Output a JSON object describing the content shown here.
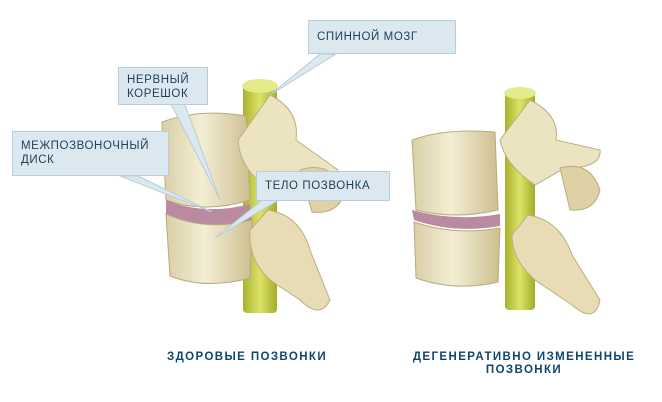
{
  "labels": {
    "spinal_cord": "СПИННОЙ МОЗГ",
    "nerve_root": "НЕРВНЫЙ\nКОРЕШОК",
    "disc": "МЕЖПОЗВОНОЧНЫЙ\nДИСК",
    "vertebral_body": "ТЕЛО ПОЗВОНКА"
  },
  "captions": {
    "healthy": "ЗДОРОВЫЕ ПОЗВОНКИ",
    "degenerative": "ДЕГЕНЕРАТИВНО ИЗМЕНЕННЫЕ\nПОЗВОНКИ"
  },
  "colors": {
    "bone": "#efe8c9",
    "bone_shadow": "#c9bd92",
    "spinal_cord": "#c7cf45",
    "disc": "#b98aa0",
    "callout_bg": "#dbe8ef",
    "caption_text": "#0f4670"
  }
}
